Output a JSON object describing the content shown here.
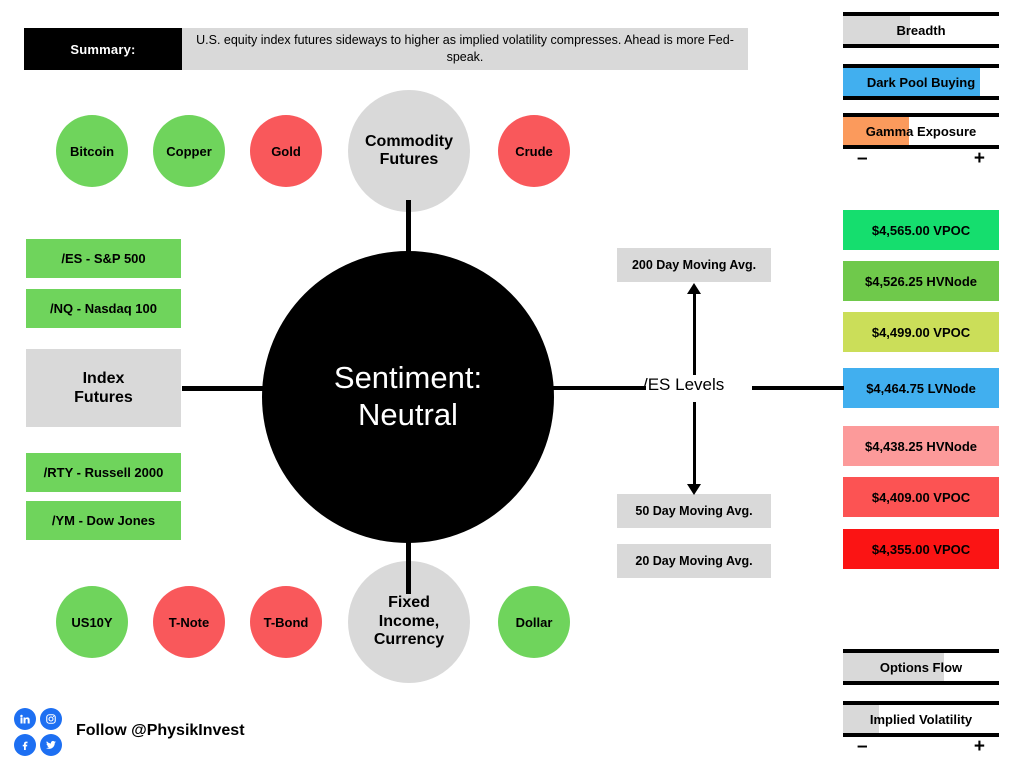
{
  "summary": {
    "label": "Summary:",
    "text": "U.S. equity index futures sideways to higher as implied volatility compresses. Ahead is more Fed-speak."
  },
  "center": {
    "label": "Sentiment:\nNeutral"
  },
  "commodities": {
    "hub_label": "Commodity\nFutures",
    "items": [
      {
        "label": "Bitcoin",
        "color": "#6FD45C",
        "tone": "green"
      },
      {
        "label": "Copper",
        "color": "#6FD45C",
        "tone": "green"
      },
      {
        "label": "Gold",
        "color": "#F9585B",
        "tone": "red"
      },
      {
        "label": "Crude",
        "color": "#F9585B",
        "tone": "red"
      }
    ]
  },
  "fixed_income": {
    "hub_label": "Fixed\nIncome,\nCurrency",
    "items": [
      {
        "label": "US10Y",
        "color": "#6FD45C",
        "tone": "green"
      },
      {
        "label": "T-Note",
        "color": "#F9585B",
        "tone": "red"
      },
      {
        "label": "T-Bond",
        "color": "#F9585B",
        "tone": "red"
      },
      {
        "label": "Dollar",
        "color": "#6FD45C",
        "tone": "green"
      }
    ]
  },
  "index_futures": {
    "hub_label": "Index\nFutures",
    "above": [
      {
        "label": "/ES - S&P 500"
      },
      {
        "label": "/NQ - Nasdaq 100"
      }
    ],
    "below": [
      {
        "label": "/RTY - Russell 2000"
      },
      {
        "label": "/YM - Dow Jones"
      }
    ]
  },
  "es_levels": {
    "label": "/ES Levels",
    "moving_averages_above": [
      {
        "label": "200 Day Moving Avg."
      }
    ],
    "moving_averages_below": [
      {
        "label": "50 Day Moving Avg."
      },
      {
        "label": "20 Day Moving Avg."
      }
    ],
    "price_levels": [
      {
        "label": "$4,565.00 VPOC",
        "color": "#15DE6E"
      },
      {
        "label": "$4,526.25 HVNode",
        "color": "#6FC94B"
      },
      {
        "label": "$4,499.00 VPOC",
        "color": "#CBDE59"
      },
      {
        "label": "$4,464.75 LVNode",
        "color": "#41AFEF"
      },
      {
        "label": "$4,438.25 HVNode",
        "color": "#FC9A9A"
      },
      {
        "label": "$4,409.00 VPOC",
        "color": "#FC5353"
      },
      {
        "label": "$4,355.00 VPOC",
        "color": "#FB1414"
      }
    ]
  },
  "gauges_top": {
    "scale_minus": "–",
    "scale_plus": "+",
    "items": [
      {
        "label": "Breadth",
        "fill_pct": 43,
        "fill_color": "#d9d9d9"
      },
      {
        "label": "Dark Pool Buying",
        "fill_pct": 88,
        "fill_color": "#41AFEF"
      },
      {
        "label": "Gamma Exposure",
        "fill_pct": 42,
        "fill_color": "#FB9A5C"
      }
    ]
  },
  "gauges_bottom": {
    "scale_minus": "–",
    "scale_plus": "+",
    "items": [
      {
        "label": "Options Flow",
        "fill_pct": 65,
        "fill_color": "#d9d9d9"
      },
      {
        "label": "Implied Volatility",
        "fill_pct": 23,
        "fill_color": "#d9d9d9"
      }
    ]
  },
  "footer": {
    "follow_text": "Follow @PhysikInvest",
    "social": [
      {
        "name": "linkedin-icon"
      },
      {
        "name": "instagram-icon"
      },
      {
        "name": "facebook-icon"
      },
      {
        "name": "twitter-icon"
      }
    ]
  }
}
